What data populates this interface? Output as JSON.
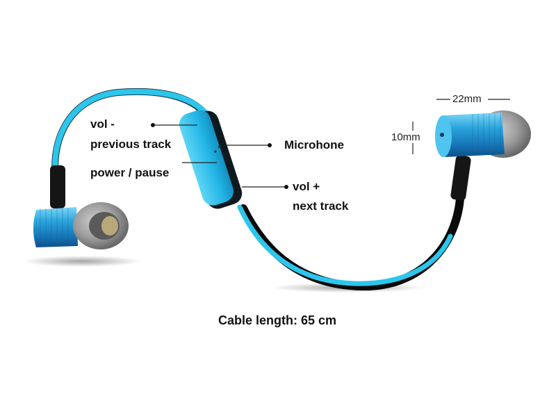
{
  "labels": {
    "vol_minus": "vol -",
    "previous_track": "previous track",
    "power_pause": "power / pause",
    "microphone": "Microhone",
    "vol_plus": "vol +",
    "next_track": "next track"
  },
  "dimensions": {
    "width": "22mm",
    "height": "10mm"
  },
  "caption": "Cable length: 65 cm",
  "colors": {
    "cable": "#2cc6ec",
    "earbud_body": "#2a9bd6",
    "ear_tip": "#9a9a9a",
    "accent_dark": "#111111"
  }
}
